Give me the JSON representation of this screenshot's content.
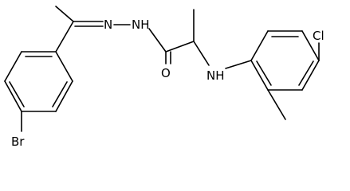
{
  "molecule": {
    "atoms": {
      "bromine": "Br",
      "chlorine": "Cl",
      "oxygen": "O",
      "hydrazone_nitrogen": "N",
      "hydrazide_nh": "NH",
      "amine_nh": "NH"
    }
  },
  "colors": {
    "bond": "#000000",
    "label": "#000000",
    "background": "#ffffff"
  }
}
